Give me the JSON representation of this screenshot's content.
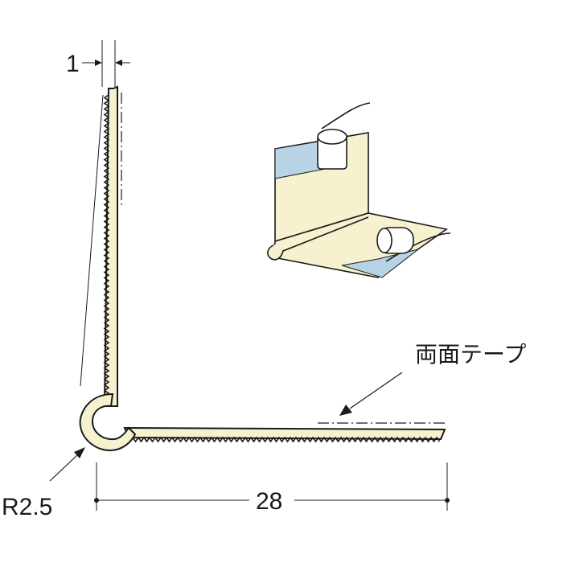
{
  "labels": {
    "thickness": "1",
    "radius": "R2.5",
    "length": "28",
    "tape": "両面テープ"
  },
  "colors": {
    "outline": "#1a1a1a",
    "body_fill": "#f6f1cf",
    "tape_fill": "#b9d3e6",
    "background": "#ffffff"
  }
}
